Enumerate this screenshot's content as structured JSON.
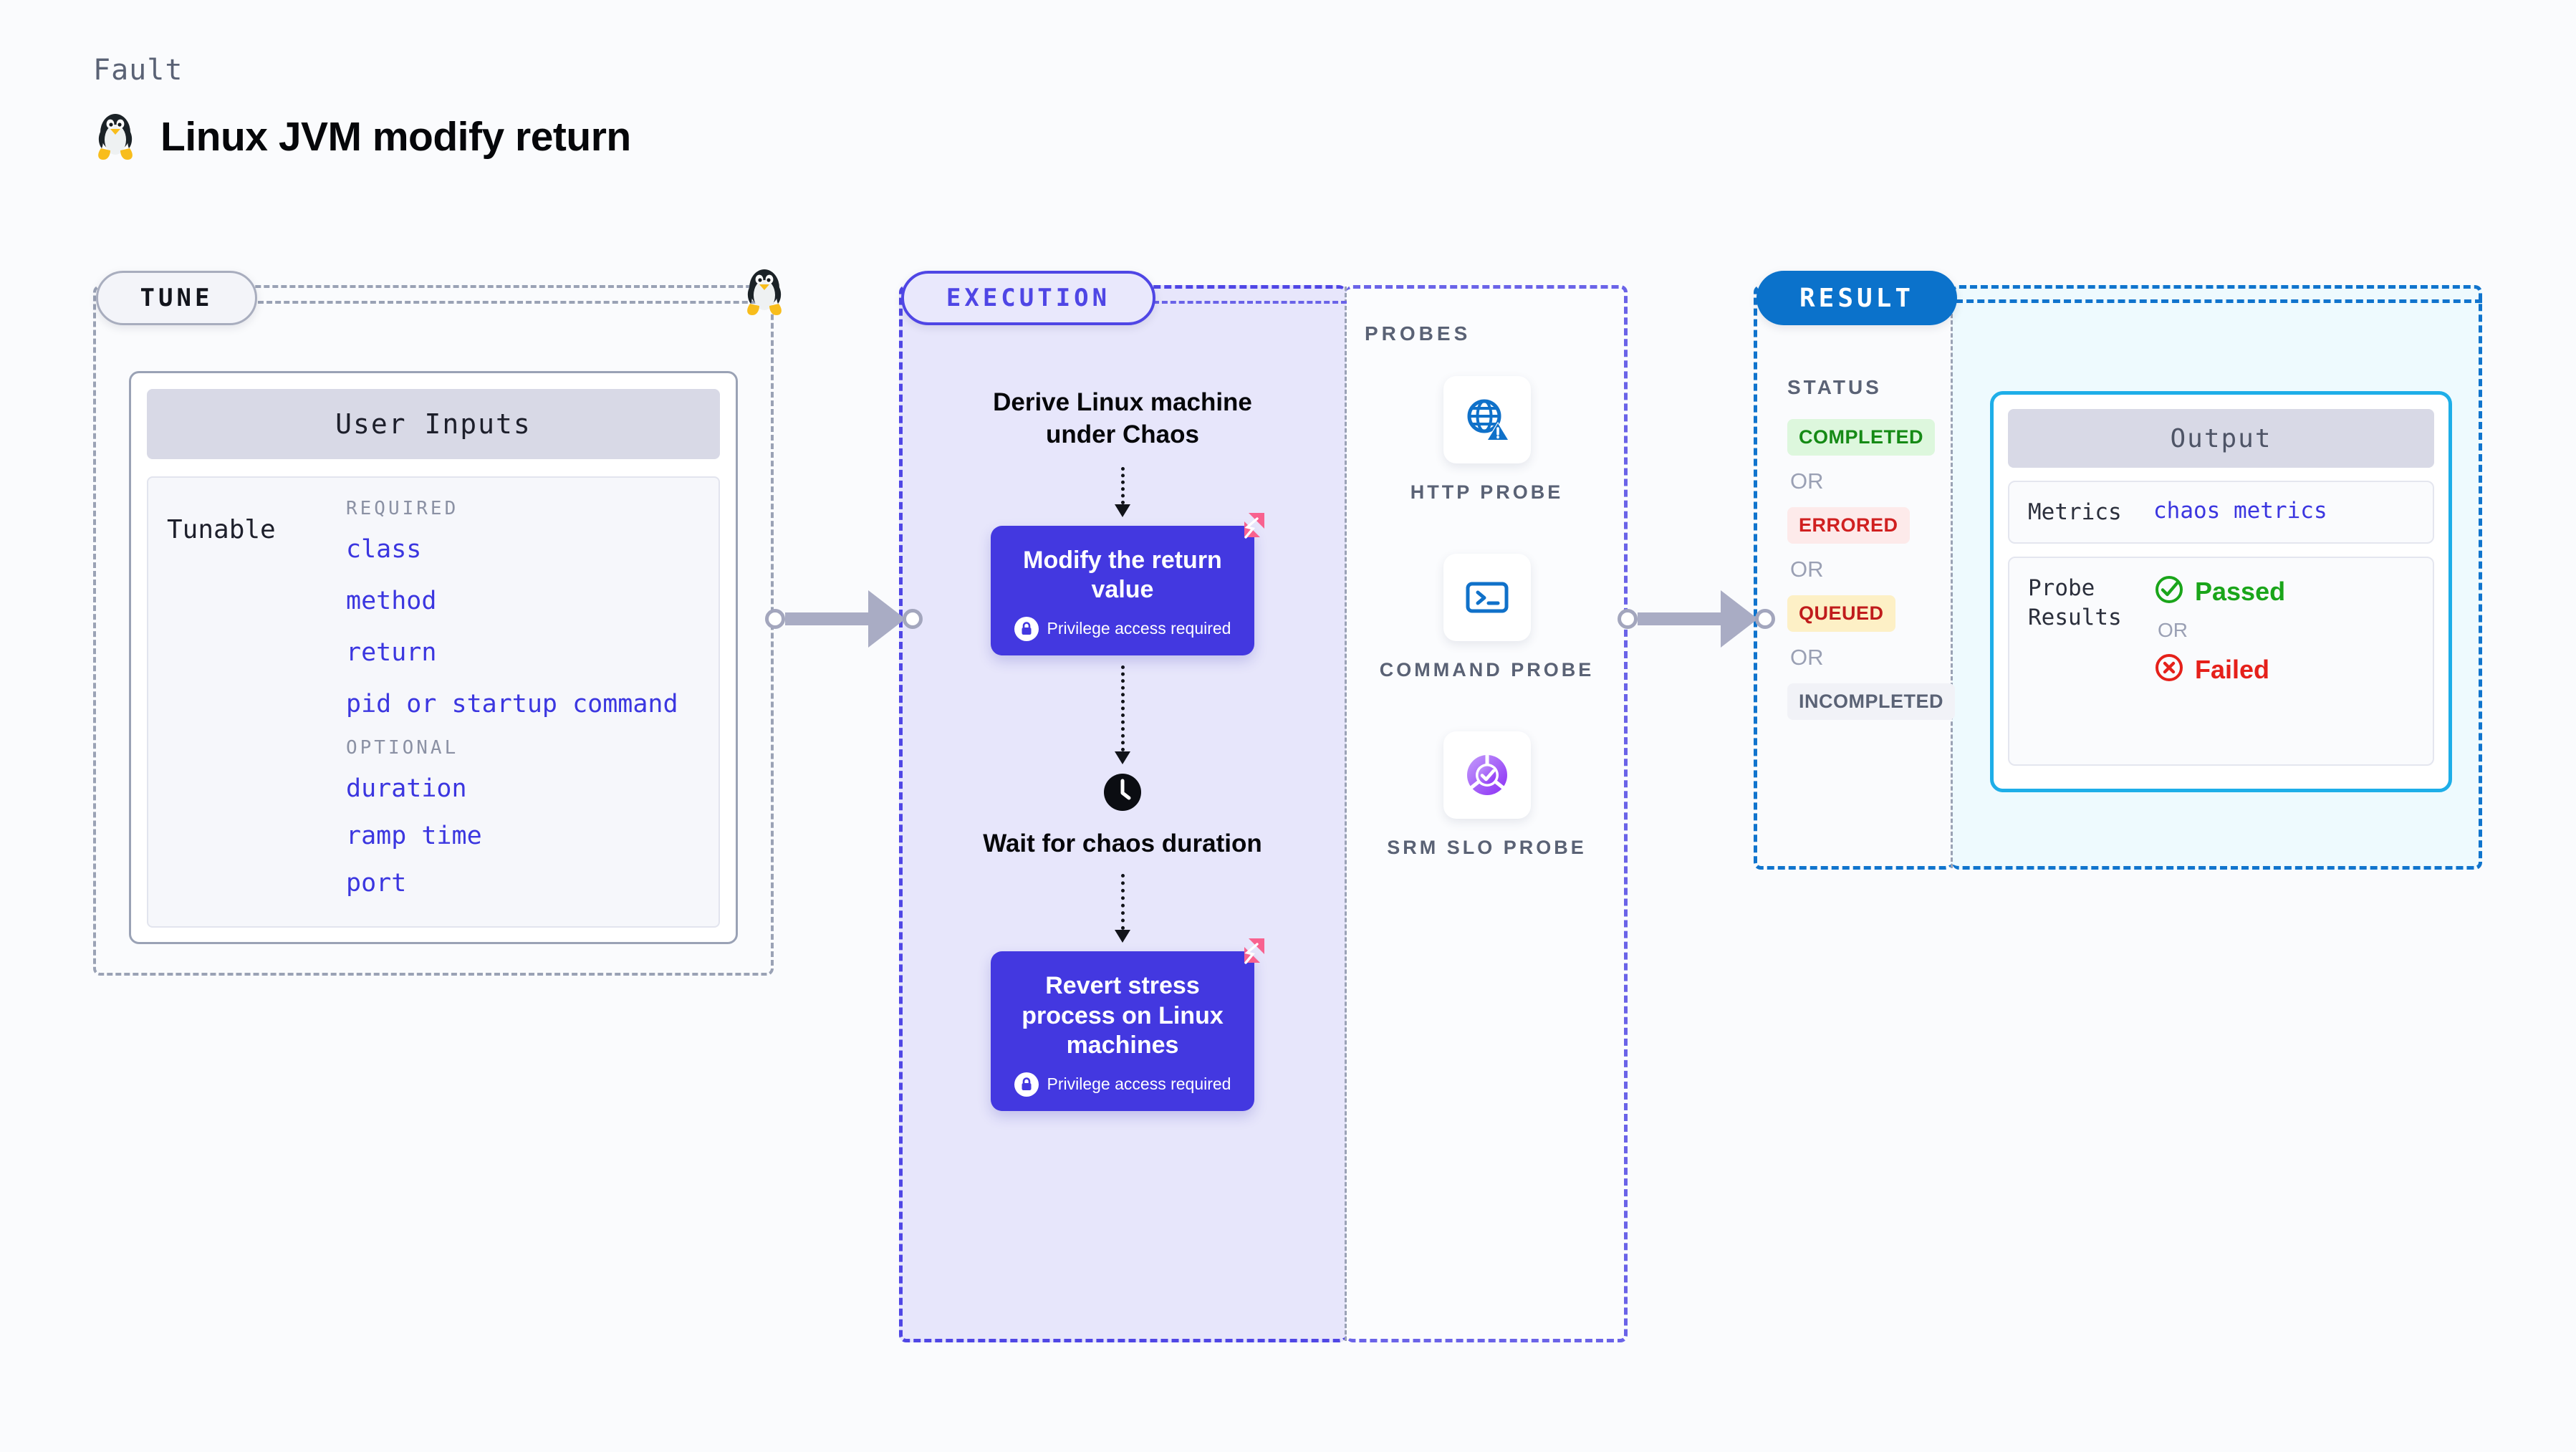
{
  "header": {
    "kicker": "Fault",
    "title": "Linux JVM modify return",
    "icon": "tux-penguin-icon"
  },
  "tune": {
    "badge": "TUNE",
    "card_header": "User Inputs",
    "tunable_label": "Tunable",
    "groups": [
      {
        "title": "REQUIRED",
        "items": [
          "class",
          "method",
          "return",
          "pid or startup command"
        ]
      },
      {
        "title": "OPTIONAL",
        "items": [
          "duration",
          "ramp time",
          "port"
        ]
      }
    ]
  },
  "execution": {
    "badge": "EXECUTION",
    "step1": "Derive Linux machine under Chaos",
    "card1": {
      "title": "Modify the return value",
      "privilege": "Privilege access required"
    },
    "wait": "Wait for chaos duration",
    "card2": {
      "title": "Revert stress process on Linux machines",
      "privilege": "Privilege access required"
    }
  },
  "probes": {
    "title": "PROBES",
    "items": [
      {
        "label": "HTTP PROBE",
        "icon": "globe-warning-icon"
      },
      {
        "label": "COMMAND PROBE",
        "icon": "terminal-icon"
      },
      {
        "label": "SRM SLO PROBE",
        "icon": "slo-donut-check-icon"
      }
    ]
  },
  "result": {
    "badge": "RESULT",
    "status_title": "STATUS",
    "or": "OR",
    "statuses": [
      {
        "label": "COMPLETED",
        "bg": "#ddf7dd",
        "fg": "#158a15"
      },
      {
        "label": "ERRORED",
        "bg": "#fdeaea",
        "fg": "#d02020"
      },
      {
        "label": "QUEUED",
        "bg": "#fdf0c6",
        "fg": "#c01c1c"
      },
      {
        "label": "INCOMPLETED",
        "bg": "#f1f2f7",
        "fg": "#5a6275"
      }
    ]
  },
  "output": {
    "header": "Output",
    "metrics_key": "Metrics",
    "metrics_value": "chaos metrics",
    "probe_results_key": "Probe Results",
    "passed": "Passed",
    "or": "OR",
    "failed": "Failed"
  },
  "colors": {
    "purple": "#4338e0",
    "blue": "#1074cd",
    "cyan": "#1eaee8",
    "pink": "#f8628f",
    "green": "#1aa51a",
    "red": "#e5201a"
  }
}
